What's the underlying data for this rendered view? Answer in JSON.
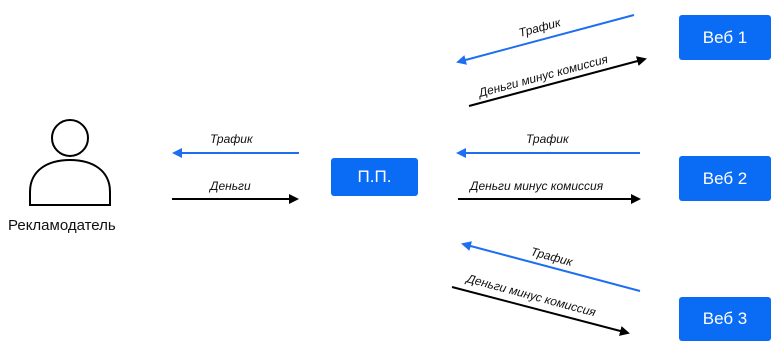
{
  "advertiser": {
    "label": "Рекламодатель"
  },
  "hub": {
    "label": "П.П."
  },
  "webs": [
    {
      "label": "Веб 1"
    },
    {
      "label": "Веб 2"
    },
    {
      "label": "Веб 3"
    }
  ],
  "labels": {
    "traffic": "Трафик",
    "money": "Деньги",
    "money_minus_commission": "Деньги минус комиссия"
  },
  "colors": {
    "accent": "#0a6cf5",
    "arrow_blue": "#1e6ff0",
    "arrow_black": "#000000"
  }
}
